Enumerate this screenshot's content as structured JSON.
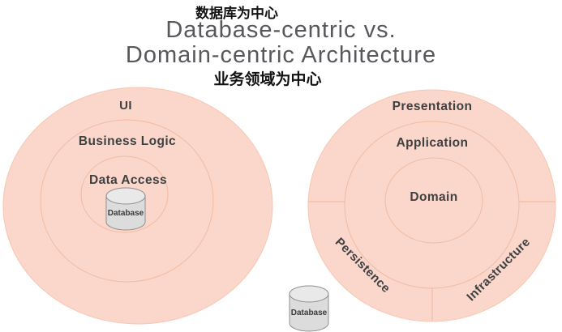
{
  "header": {
    "annotation_top": "数据库为中心",
    "title_line1": "Database-centric vs.",
    "title_line2": "Domain-centric Architecture",
    "annotation_bottom": "业务领域为中心"
  },
  "left_diagram": {
    "type": "concentric-rings",
    "ring_labels": {
      "outer": "UI",
      "middle": "Business Logic",
      "inner": "Data Access"
    },
    "database_label": "Database"
  },
  "right_diagram": {
    "type": "concentric-rings",
    "ring_labels": {
      "outer": "Presentation",
      "middle": "Application",
      "inner": "Domain"
    },
    "outer_sections": {
      "bottom_left": "Persistence",
      "bottom_right": "Infrastructure"
    },
    "database_label": "Database"
  },
  "colors": {
    "ring_fill": "#fad7ca",
    "ring_stroke": "#f2bba3",
    "label_text": "#3f4042",
    "title_text": "#57585b",
    "annotation_text": "#121212",
    "cylinder_body_fill": "#dcdcdc",
    "cylinder_top_fill": "#e9e9e9",
    "cylinder_stroke": "#8f8f8f"
  }
}
